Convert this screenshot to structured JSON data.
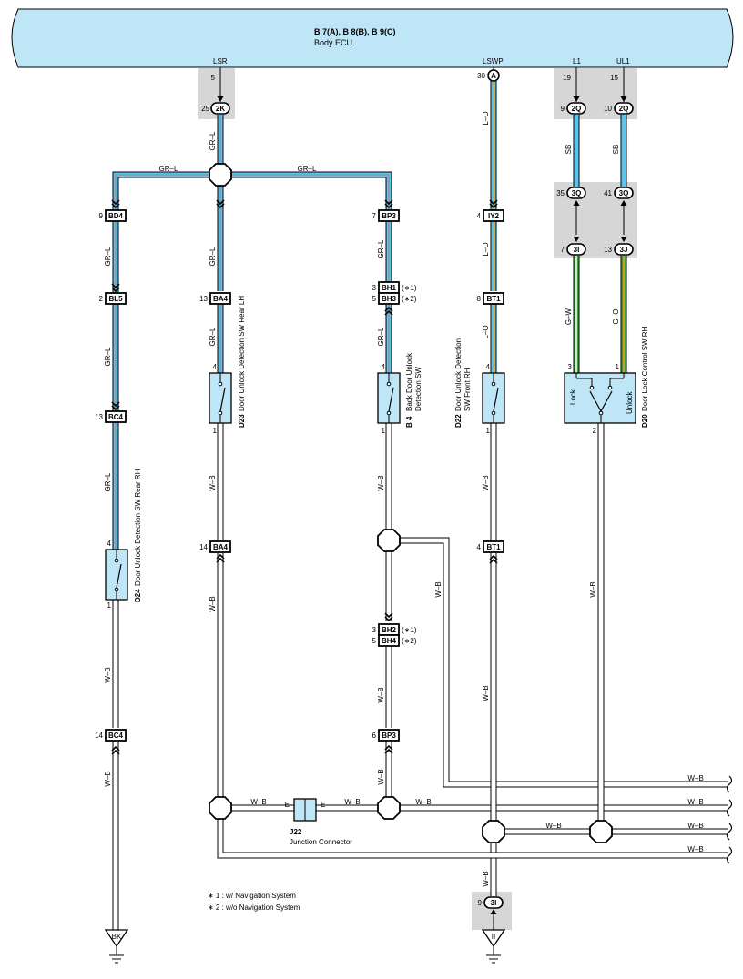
{
  "ecu": {
    "title": "B 7(A), B 8(B), B 9(C)",
    "subtitle": "Body ECU"
  },
  "ecu_terminals": {
    "lsr": "LSR",
    "lswp": "LSWP",
    "l1": "L1",
    "ul1": "UL1"
  },
  "pins": {
    "lsr": "5",
    "lsr_2k": "25",
    "lswp": "30",
    "l1": "19",
    "l1_2q": "9",
    "ul1": "15",
    "ul1_2q": "10",
    "sb_l_3q": "35",
    "sb_r_3q": "41",
    "g_3i": "7",
    "g_3j": "13",
    "bd4": "9",
    "bl5": "2",
    "bc4_top": "13",
    "d24_4": "4",
    "d24_1": "1",
    "bc4_bot": "14",
    "ba4_top": "13",
    "d23_4": "4",
    "d23_1": "1",
    "ba4_bot": "14",
    "bp3_top": "7",
    "bh1": "3",
    "bh3": "5",
    "b4_4": "4",
    "b4_1": "1",
    "bh2": "3",
    "bh4": "5",
    "bp3_bot": "6",
    "iy2": "4",
    "bt1_top": "8",
    "d22_4": "4",
    "d22_1": "1",
    "bt1_bot": "4",
    "d20_3": "3",
    "d20_1": "1",
    "d20_2": "2",
    "ground_3i": "9"
  },
  "connectors": {
    "c2k": "2K",
    "a": "A",
    "c2q_l": "2Q",
    "c2q_r": "2Q",
    "c3q_l": "3Q",
    "c3q_r": "3Q",
    "c3i_top": "3I",
    "c3j": "3J",
    "bd4": "BD4",
    "bl5": "BL5",
    "bc4_top": "BC4",
    "bc4_bot": "BC4",
    "ba4_top": "BA4",
    "ba4_bot": "BA4",
    "bp3_top": "BP3",
    "bp3_bot": "BP3",
    "bh1": "BH1",
    "bh3": "BH3",
    "bh2": "BH2",
    "bh4": "BH4",
    "iy2": "IY2",
    "bt1_top": "BT1",
    "bt1_bot": "BT1",
    "c3i_bot": "3I"
  },
  "notes": {
    "bh1": "(∗1)",
    "bh3": "(∗2)",
    "bh2": "(∗1)",
    "bh4": "(∗2)"
  },
  "wires": {
    "gr_l": "GR–L",
    "l_o": "L–O",
    "sb": "SB",
    "g_w": "G–W",
    "g_o": "G–O",
    "w_b": "W–B"
  },
  "components": {
    "d24": {
      "code": "D24",
      "name": "Door Unlock Detection SW Rear RH"
    },
    "d23": {
      "code": "D23",
      "name": "Door Unlock Detection SW Rear LH"
    },
    "b4": {
      "code": "B 4",
      "name1": "Back Door Unlock",
      "name2": "Detection SW"
    },
    "d22": {
      "code": "D22",
      "name1": "Door Unlock Detection",
      "name2": "SW Front RH"
    },
    "d20": {
      "code": "D20",
      "name": "Door Lock Control SW RH",
      "lock": "Lock",
      "unlock": "Unlock"
    }
  },
  "junction": {
    "code": "J22",
    "name": "Junction Connector",
    "pin": "E"
  },
  "grounds": {
    "bk": "BK",
    "ii": "II"
  },
  "legend": {
    "item1": "∗ 1 : w/ Navigation System",
    "item2": "∗ 2 : w/o Navigation System"
  },
  "colors": {
    "ecu_fill": "#bfe6f7",
    "component_fill": "#bfe6f7",
    "connector_shade": "#d6d6d6",
    "wire_blue": "#5cc3ec",
    "wire_gray": "#8c96a6",
    "wire_green": "#3aa33a",
    "wire_orange": "#e8a21f",
    "wire_white": "#ffffff",
    "outline": "#000000"
  }
}
